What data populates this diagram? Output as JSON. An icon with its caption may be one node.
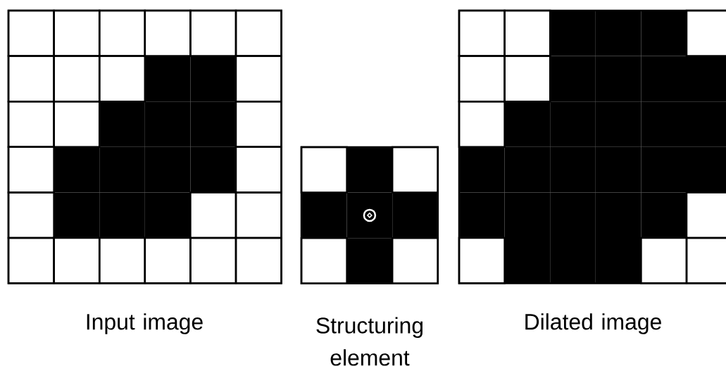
{
  "diagram": {
    "labels": [
      "Input image",
      "Structuring element",
      "Dilated image"
    ]
  }
}
